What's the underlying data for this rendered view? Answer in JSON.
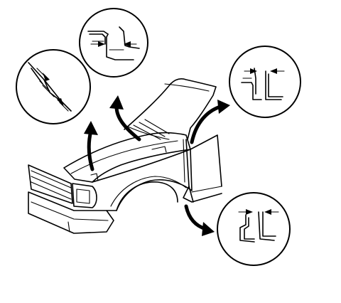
{
  "figure": {
    "subject": "vehicle-front-end",
    "callouts": [
      {
        "id": "hood-to-fender-front"
      },
      {
        "id": "hood-to-cowl"
      },
      {
        "id": "hood-to-fender-rear"
      },
      {
        "id": "fender-to-door"
      }
    ],
    "colors": {
      "ink": "#000000",
      "paper": "#ffffff"
    }
  }
}
